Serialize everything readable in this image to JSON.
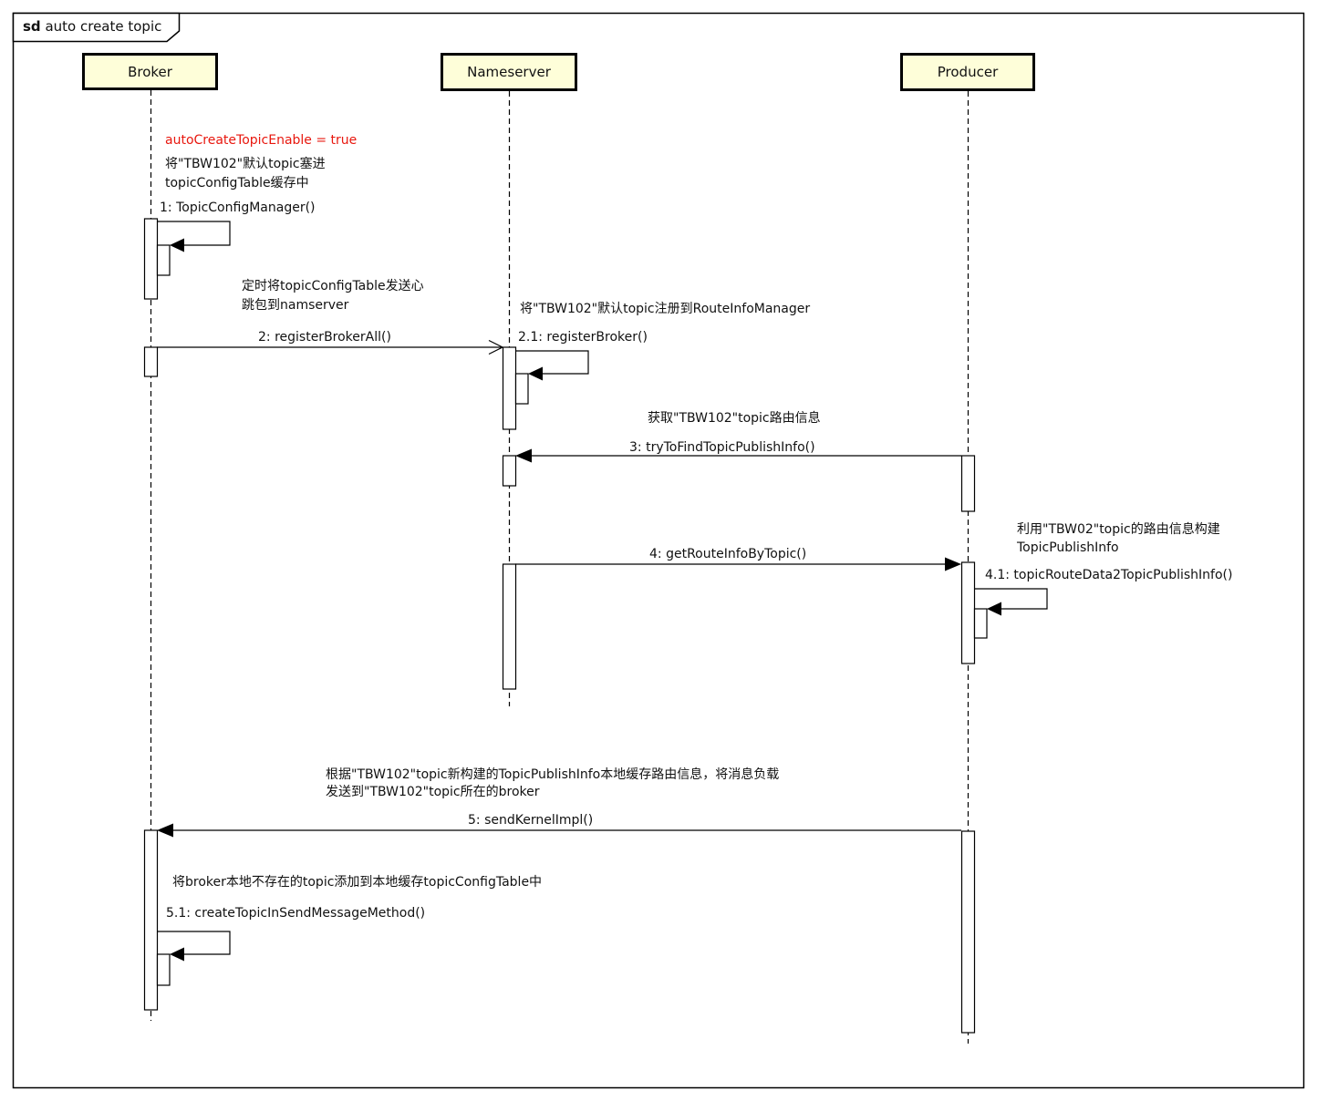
{
  "frame": {
    "title_keyword": "sd",
    "title": "auto create topic"
  },
  "participants": [
    {
      "id": "broker",
      "label": "Broker"
    },
    {
      "id": "nameserver",
      "label": "Nameserver"
    },
    {
      "id": "producer",
      "label": "Producer"
    }
  ],
  "annotations": {
    "flag": "autoCreateTopicEnable = true",
    "broker_cache": [
      "将\"TBW102\"默认topic塞进",
      "topicConfigTable缓存中"
    ],
    "heartbeat": [
      "定时将topicConfigTable发送心",
      "跳包到namserver"
    ],
    "register_route": "将\"TBW102\"默认topic注册到RouteInfoManager",
    "get_route": "获取\"TBW102\"topic路由信息",
    "build_publish_info": [
      "利用\"TBW02\"topic的路由信息构建",
      "TopicPublishInfo"
    ],
    "send_to_broker": [
      "根据\"TBW102\"topic新构建的TopicPublishInfo本地缓存路由信息，将消息负载",
      "发送到\"TBW102\"topic所在的broker"
    ],
    "create_topic": "将broker本地不存在的topic添加到本地缓存topicConfigTable中"
  },
  "messages": [
    {
      "label": "1: TopicConfigManager()",
      "from": "Broker",
      "to": "Broker",
      "type": "self"
    },
    {
      "label": "2: registerBrokerAll()",
      "from": "Broker",
      "to": "Nameserver",
      "type": "async"
    },
    {
      "label": "2.1: registerBroker()",
      "from": "Nameserver",
      "to": "Nameserver",
      "type": "self"
    },
    {
      "label": "3: tryToFindTopicPublishInfo()",
      "from": "Producer",
      "to": "Nameserver",
      "type": "sync"
    },
    {
      "label": "4: getRouteInfoByTopic()",
      "from": "Nameserver",
      "to": "Producer",
      "type": "sync"
    },
    {
      "label": "4.1: topicRouteData2TopicPublishInfo()",
      "from": "Producer",
      "to": "Producer",
      "type": "self"
    },
    {
      "label": "5: sendKernelImpl()",
      "from": "Producer",
      "to": "Broker",
      "type": "sync"
    },
    {
      "label": "5.1: createTopicInSendMessageMethod()",
      "from": "Broker",
      "to": "Broker",
      "type": "self"
    }
  ],
  "colors": {
    "participant_fill": "#fefed9",
    "flag_text": "#e8170e",
    "line": "#000000"
  }
}
